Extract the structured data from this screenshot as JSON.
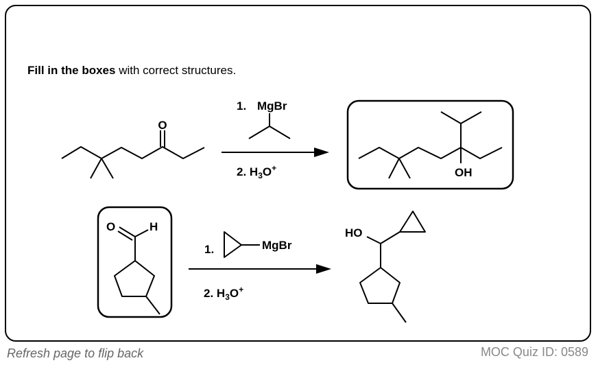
{
  "instruction": {
    "bold": "Fill in the boxes",
    "rest": " with correct structures."
  },
  "reaction1": {
    "ketone_oxygen": "O",
    "step1_label": "1.",
    "reagent1": "MgBr",
    "step2_label": "2. H",
    "step2_sub": "3",
    "step2_tail": "O",
    "step2_sup": "+",
    "product_oh": "OH"
  },
  "reaction2": {
    "aldehyde_o": "O",
    "aldehyde_h": "H",
    "step1_label": "1.",
    "reagent1": "MgBr",
    "step2_label": "2. H",
    "step2_sub": "3",
    "step2_tail": "O",
    "step2_sup": "+",
    "product_ho": "HO"
  },
  "footer": {
    "left": "Refresh page to flip back",
    "right": "MOC Quiz ID: 0589"
  }
}
